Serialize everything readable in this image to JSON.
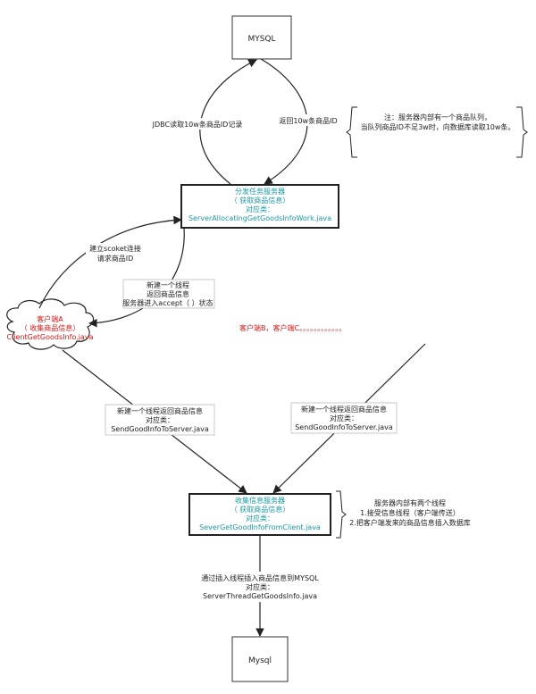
{
  "nodes": {
    "mysql_top": "MYSQL",
    "dispatch_server": {
      "line1": "分发任务服务器",
      "line2": "（ 获取商品信息）",
      "line3": "对应类：",
      "line4": "ServerAllocatingGetGoodsInfoWork.java"
    },
    "client_a": {
      "line1": "客户端A",
      "line2": "（ 收集商品信息）",
      "line3": "ClientGetGoodsInfo.java"
    },
    "clients_bc": "客户端B，客户端C。。。。。。。。。。。。",
    "collect_server": {
      "line1": "收集信息服务器",
      "line2": "（ 获取商品信息）",
      "line3": "对应类：",
      "line4": "SeverGetGoodInfoFromClient.java"
    },
    "mysql_bottom": "Mysql"
  },
  "edges": {
    "jdbc_read": "JDBC读取10w条商品ID记录",
    "return_ids": "返回10w条商品ID",
    "socket": {
      "line1": "建立scoket连接",
      "line2": "请求商品ID"
    },
    "new_thread_a": {
      "line1": "新建一个线程",
      "line2": "返回商品信息",
      "line3": "服务器进入accept（ ）状态"
    },
    "send_left": {
      "line1": "新建一个线程返回商品信息",
      "line2": "对应类：",
      "line3": "SendGoodInfoToServer.java"
    },
    "send_right": {
      "line1": "新建一个线程返回商品信息",
      "line2": "对应类：",
      "line3": "SendGoodInfoToServer.java"
    },
    "insert": {
      "line1": "通过插入线程插入商品信息到MYSQL",
      "line2": "对应类：",
      "line3": "ServerThreadGetGoodsInfo.java"
    }
  },
  "notes": {
    "queue_note": {
      "line1": "注：服务器内部有一个商品队列，",
      "line2": "当队列商品ID不足3w时，向数据库读取10w条。"
    },
    "threads_note": {
      "line1": "服务器内部有两个线程",
      "line2": "1.接受信息线程（客户端传送）",
      "line3": "2.把客户端发来的商品信息插入数据库"
    }
  }
}
